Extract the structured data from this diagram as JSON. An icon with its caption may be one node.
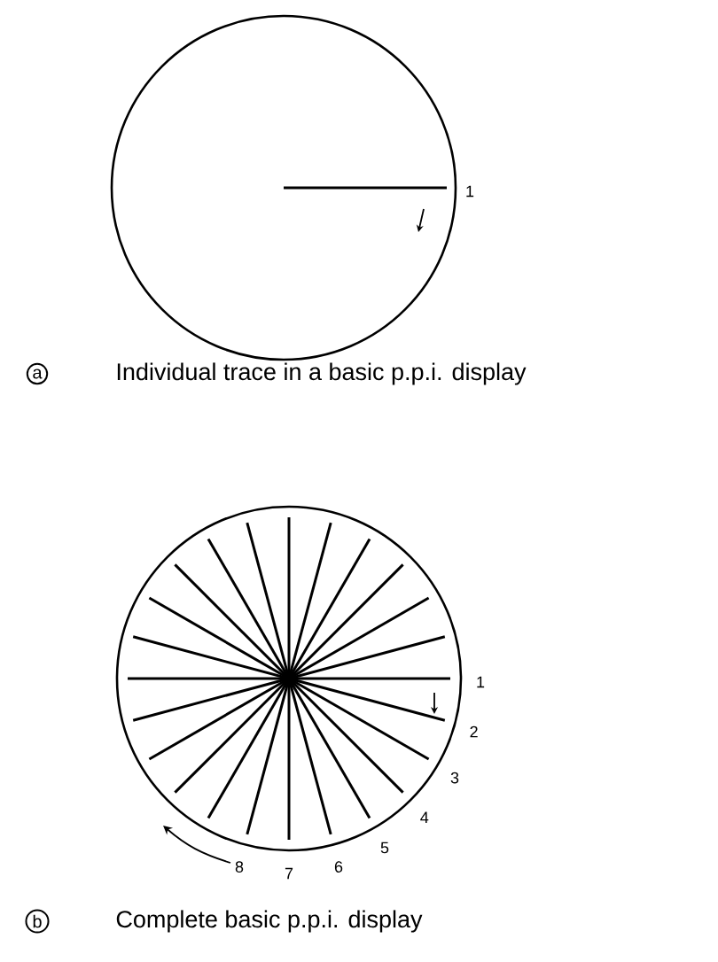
{
  "diagram": {
    "labels": [
      "1",
      "a",
      "Individual trace in a basic p.p.i. display",
      "1",
      "2",
      "3",
      "4",
      "5",
      "6",
      "7",
      "8",
      "b",
      "Complete basic p.p.i. display"
    ]
  }
}
